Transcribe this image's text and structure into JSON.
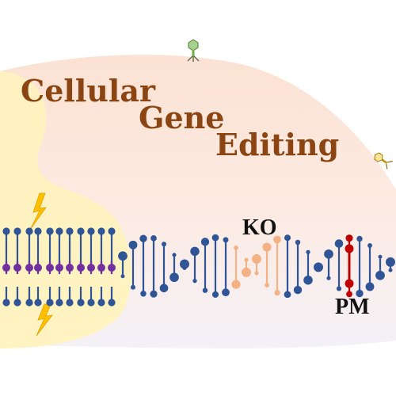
{
  "title": {
    "word1": "Cellular",
    "word2": "Gene",
    "word3": "Editing",
    "color": "#8B4513"
  },
  "labels": {
    "knockout": "KO",
    "point_mutation": "PM"
  },
  "colors": {
    "background_blob": "#FBE3D6",
    "nucleus": "#FFF2BF",
    "backbone": "#2F5597",
    "base_pair_normal": "#2F5597",
    "base_pair_nucleus": "#7030A0",
    "base_pair_knockout": "#F4B183",
    "base_pair_mutation": "#C00000",
    "lightning": "#FFC000",
    "phage": "#70AD47"
  },
  "icons": {
    "lightning": "lightning-bolt-icon",
    "phage": "bacteriophage-icon"
  }
}
